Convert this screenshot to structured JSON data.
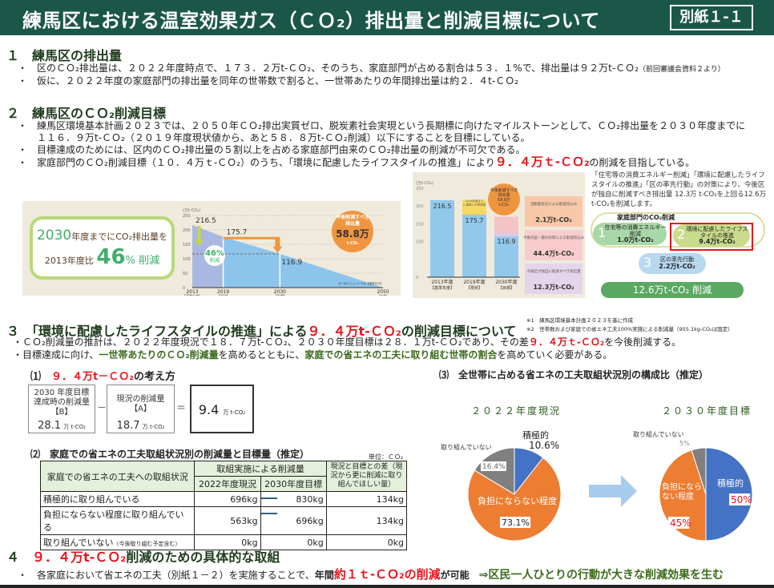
{
  "header": {
    "title": "練馬区における温室効果ガス（ＣＯ₂）排出量と削減目標について",
    "badge": "別紙１-１"
  },
  "s1": {
    "heading": "１　練馬区の排出量",
    "b1": "区のＣＯ₂排出量は、２０２２年度時点で、１７３．２万t-ＣＯ₂、そのうち、家庭部門が占める割合は５３．１%で、排出量は９２万t-ＣＯ₂",
    "b1_note": "（前回審議会資料２より）",
    "b2": "仮に、２０２２年度の家庭部門の排出量を同年の世帯数で割ると、一世帯あたりの年間排出量は約２．４t-ＣＯ₂"
  },
  "s2": {
    "heading": "２　練馬区のＣＯ₂削減目標",
    "b1a": "練馬区環境基本計画２０２３では、２０５０年ＣＯ₂排出実質ゼロ、脱炭素社会実現という長期標に向けたマイルストーンとして、ＣＯ₂排出量を２０３０年度までに",
    "b1b": "１１６．９万t-ＣＯ₂（２０１９年度現状値から、あと５８．８万t-ＣＯ₂削減）以下にすることを目標にしている。",
    "b2": "目標達成のためには、区内のＣＯ₂排出量の５割以上を占める家庭部門由来のＣＯ₂排出量の削減が不可欠である。",
    "b3a": "家庭部門のＣＯ₂削減目標（１０．４万ｔ-ＣＯ₂）のうち、「環境に配慮したライフスタイルの推進」により",
    "b3red": "９．４万ｔ-ＣＯ₂",
    "b3b": "の削減を目指している。"
  },
  "fig1": {
    "line1a": "2030",
    "line1b": "年度までにCO₂排出量を",
    "line2a": "2013年度比",
    "line2b": "46",
    "line2c": "% 削減",
    "unit": "(万t-CO₂)",
    "yticks": [
      "250",
      "200",
      "150",
      "100",
      "50",
      "0"
    ],
    "xlabels": [
      {
        "y": "2013",
        "s": "【基準年度】"
      },
      {
        "y": "2019",
        "s": "【現状】"
      },
      {
        "y": "2030",
        "s": "【目標】"
      },
      {
        "y": "2050",
        "s": "(年度)"
      }
    ],
    "bubble46": "46%",
    "bubble46b": "削減",
    "callout1": "今後削減すべき",
    "callout2": "排出量",
    "callout3": "58.8万",
    "callout4": "t-CO₂",
    "cn": "カーボンニュートラル【実質ゼロ】"
  },
  "chart_data": [
    {
      "type": "area",
      "title": "",
      "ylabel": "万t-CO₂",
      "ylim": [
        0,
        250
      ],
      "x": [
        2013,
        2019,
        2030,
        2050
      ],
      "values": [
        216.5,
        175.7,
        116.9,
        0
      ],
      "labels": [
        "216.5",
        "175.7",
        "116.9"
      ]
    },
    {
      "type": "bar",
      "categories": [
        "2013年度【基準年度】",
        "2019年度【現状】",
        "2030年度【目標】"
      ],
      "values": [
        216.5,
        175.7,
        116.9
      ],
      "ylim": [
        0,
        250
      ]
    },
    {
      "type": "pie",
      "title": "２０２２年度現況",
      "slices": [
        {
          "label": "積極的",
          "value": 10.6,
          "text": "10.6%",
          "color": "#4472c4"
        },
        {
          "label": "負担にならない程度",
          "value": 73.1,
          "text": "73.1%",
          "color": "#ed7d31"
        },
        {
          "label": "取り組んでいない",
          "value": 16.4,
          "text": "16.4%",
          "color": "#808080"
        }
      ]
    },
    {
      "type": "pie",
      "title": "２０３０年度目標",
      "slices": [
        {
          "label": "積極的",
          "value": 50,
          "text": "50%",
          "color": "#4472c4"
        },
        {
          "label": "負担にならない程度",
          "value": 45,
          "text": "45%",
          "color": "#ed7d31"
        },
        {
          "label": "取り組んでいない",
          "value": 5,
          "text": "5%",
          "color": "#808080"
        }
      ]
    }
  ],
  "fig2": {
    "unit": "(万t-CO₂)",
    "bars": [
      {
        "v": "216.5",
        "l": "2013年度",
        "s": "【基準年度】"
      },
      {
        "v": "175.7",
        "l": "2019年度",
        "s": "【現状】"
      },
      {
        "v": "116.9",
        "l": "2030年度",
        "s": "【目標】"
      }
    ],
    "note2019": "2019年度までに達成した削減量",
    "bubble": "今後削減すべき排出量58.8万t-CO₂",
    "boxes": [
      {
        "t": "活動量変化による削減見込み",
        "v": "2.1万t-CO₂"
      },
      {
        "t": "今後の国・都の対策による削減見込み",
        "v": "44.4万t-CO₂"
      },
      {
        "t": "今後区が独自に削減すべき排出量",
        "v": "12.3万t-CO₂"
      }
    ]
  },
  "fig3": {
    "text": "「住宅等の消費エネルギー削減」「環境に配慮したライフスタイルの推進」「区の率先行動」の対策により、今後区が独自に削減すべき排出量 12.3万 t-CO₂を上回る12.6万 t-CO₂を削減します。",
    "title": "家庭部門のCO₂削減",
    "items": [
      {
        "n": "1",
        "t": "住宅等の消費エネルギー削減",
        "v": "1.0万t-CO₂"
      },
      {
        "n": "2",
        "t": "環境に配慮したライフスタイルの推進",
        "v": "9.4万t-CO₂"
      },
      {
        "n": "3",
        "t": "区の率先行動",
        "v": "2.2万t-CO₂"
      }
    ],
    "total": "12.6万t-CO₂ 削減"
  },
  "s3": {
    "h_a": "３　「環境に配慮したライフスタイルの推進」による",
    "h_red": "９．４万t-ＣＯ₂",
    "h_b": "の削減目標について",
    "note1": "※1　練馬区環境基本計画２０２３を基に作成",
    "note2": "※2　世帯数および家庭での省エネ工夫100%実施による削減量（955.1kg-CO₂は固定）",
    "b1a": "・ＣＯ₂削減量の推計は、２０２２年度現況で１８．７万t-ＣＯ₂、２０３０年度目標は２８．１万t-ＣＯ₂であり、その差",
    "b1red": "９．４万ｔ-ＣＯ₂",
    "b1b": "を今後削減する。",
    "b2a": "・目標達成に向け、",
    "b2g1": "一世帯あたりのＣＯ₂削減量",
    "b2b": "を高めるとともに、",
    "b2g2": "家庭での省エネの工夫に取り組む世帯の割合",
    "b2c": "を高めていく必要がある。",
    "p1_num": "⑴",
    "p1_red": "９．４万t－ＣＯ₂",
    "p1_b": "の考え方",
    "boxB": {
      "l1": "2030 年度目標",
      "l2": "達成時の削減量",
      "l3": "【B】",
      "v": "28.1",
      "u": "万 t-CO₂"
    },
    "minus": "－",
    "boxA": {
      "l1": "現況の削減量",
      "l2": "【A】",
      "v": "18.7",
      "u": "万 t-CO₂"
    },
    "eq": "＝",
    "result": {
      "v": "9.4",
      "u": "万 t-CO₂"
    },
    "p2": "⑵　家庭での省エネの工夫取組状況別の削減量と目標量（推定）",
    "unit": "単位：ＣＯ₂",
    "table": {
      "h1": "家庭での省エネの工夫への取組状況",
      "h2": "取組実施による削減量",
      "h2a": "2022年度現況",
      "h2b": "2030年度目標",
      "h3": "現況と目標との差（現況から更に削減に取り組んでほしい量）",
      "rows": [
        {
          "l": "積極的に取り組んでいる",
          "n": "",
          "a": "696kg",
          "b": "830kg",
          "c": "134kg"
        },
        {
          "l": "負担にならない程度に取り組んでいる",
          "n": "",
          "a": "563kg",
          "b": "696kg",
          "c": "134kg"
        },
        {
          "l": "取り組んでいない",
          "n": "（今後取り組む予定含む）",
          "a": "0kg",
          "b": "0kg",
          "c": "0kg"
        }
      ]
    },
    "p3": "⑶　全世帯に占める省エネの工夫取組状況別の構成比（推定）"
  },
  "s4": {
    "h_num": "４　",
    "h_red": "９．４万t-ＣＯ₂",
    "h_b": "削減のための具体的な取組",
    "b_a": "・　各家庭において省エネの工夫（別紙１－２）を実施することで、",
    "b_b": "年間",
    "b_red": "約１ｔ-ＣＯ₂の削減",
    "b_c": "が可能",
    "b_g": "⇒区民一人ひとりの行動が大きな削減効果を生む"
  }
}
